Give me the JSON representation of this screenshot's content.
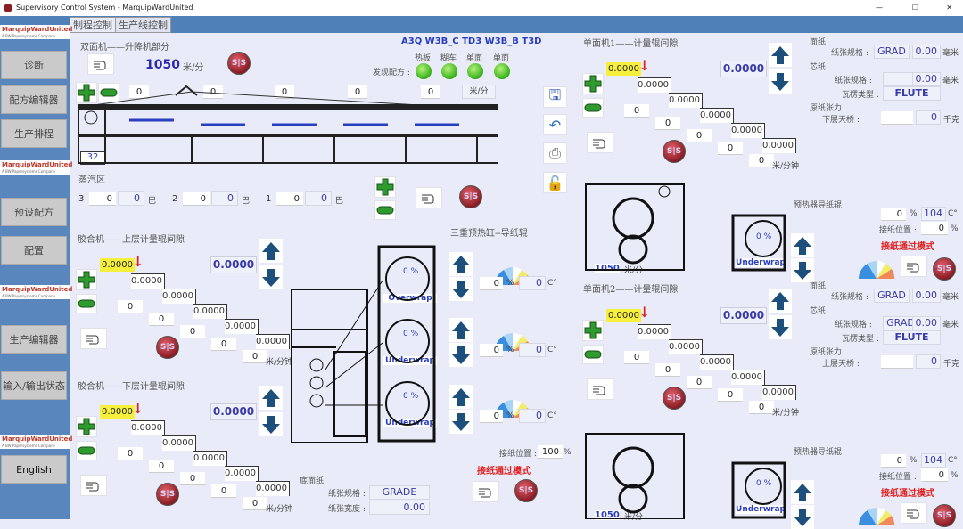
{
  "window": {
    "title": "Supervisory Control System - MarquipWardUnited",
    "controls": [
      "—",
      "☐",
      "✕"
    ]
  },
  "tabs": [
    "制程控制",
    "生产线控制"
  ],
  "sidebar": {
    "logo": "MarquipWardUnited",
    "logo_sub": "A BW Papersystems Company",
    "items": [
      "诊断",
      "配方编辑器",
      "生产排程",
      "预设配方",
      "配置",
      "生产编辑器",
      "输入/输出状态",
      "English"
    ]
  },
  "double_facer": {
    "title": "双面机——升降机部分",
    "speed": "1050",
    "speed_unit": "米/分",
    "recipe": "A3Q W3B_C TD3 W3B_B T3D",
    "indicator_labels": [
      "热板",
      "糊车",
      "单面",
      "单面"
    ],
    "found_recipe": "发现配方 :",
    "speeds": [
      "0",
      "0",
      "0",
      "0",
      "0"
    ],
    "speeds_unit": "米/分",
    "counter": "32"
  },
  "steam": {
    "title": "蒸汽区",
    "zones": [
      {
        "n": "3",
        "set": "0",
        "act": "0",
        "unit": "巴"
      },
      {
        "n": "2",
        "set": "0",
        "act": "0",
        "unit": "巴"
      },
      {
        "n": "1",
        "set": "0",
        "act": "0",
        "unit": "巴"
      }
    ]
  },
  "gap_panels": [
    {
      "title": "胶合机——上层计量辊间隙",
      "set": "0.0000",
      "display": "0.0000",
      "steps": [
        "0.0000",
        "0.0000",
        "0.0000",
        "0.0000",
        "0.0000"
      ],
      "zeros": [
        "0",
        "0",
        "0",
        "0",
        "0"
      ],
      "unit": "米/分钟"
    },
    {
      "title": "胶合机——下层计量辊间隙",
      "set": "0.0000",
      "display": "0.0000",
      "steps": [
        "0.0000",
        "0.0000",
        "0.0000",
        "0.0000",
        "0.0000"
      ],
      "zeros": [
        "0",
        "0",
        "0",
        "0",
        "0"
      ],
      "unit": "米/分钟"
    },
    {
      "title": "单面机1——计量辊间隙",
      "set": "0.0000",
      "display": "0.0000",
      "steps": [
        "0.0000",
        "0.0000",
        "0.0000",
        "0.0000",
        "0.0000"
      ],
      "zeros": [
        "0",
        "0",
        "0",
        "0",
        "0"
      ],
      "unit": "米/分钟"
    },
    {
      "title": "单面机2——计量辊间隙",
      "set": "0.0000",
      "display": "0.0000",
      "steps": [
        "0.0000",
        "0.0000",
        "0.0000",
        "0.0000",
        "0.0000"
      ],
      "zeros": [
        "0",
        "0",
        "0",
        "0",
        "0"
      ],
      "unit": "米/分钟"
    }
  ],
  "triple_preheater": {
    "title": "三重预热缸--导纸辊",
    "rolls": [
      {
        "label": "Overwrap",
        "pct": "0 %",
        "wrap": "0",
        "temp": "0"
      },
      {
        "label": "Underwrap",
        "pct": "0 %",
        "wrap": "0",
        "temp": "0"
      },
      {
        "label": "Underwrap",
        "pct": "0 %",
        "wrap": "0",
        "temp": "0"
      }
    ],
    "pct_unit": "%",
    "temp_unit": "C°",
    "splice_label": "接纸位置 :",
    "splice_value": "100",
    "splice_unit": "%",
    "splice_mode": "接纸通过模式"
  },
  "bottom_paper": {
    "title": "底面纸",
    "grade_label": "纸张规格 :",
    "grade": "GRADE",
    "width_label": "纸张宽度 :",
    "width": "0.00"
  },
  "single_facers": [
    {
      "speed": "1050",
      "speed_unit": "米/分",
      "roll_pct": "0 %",
      "roll_label": "Underwrap",
      "preheater_title": "预热器导纸辊",
      "wrap": "0",
      "temp": "104",
      "splice_label": "接纸位置 :",
      "splice": "0",
      "splice_mode": "接纸通过模式",
      "liner": {
        "title": "面纸",
        "grade_label": "纸张规格 :",
        "grade": "GRAD",
        "thick": "0.00",
        "unit": "毫米"
      },
      "medium": {
        "title": "芯纸",
        "grade_label": "纸张规格 :",
        "grade": "",
        "thick": "0.00",
        "unit": "毫米",
        "flute_label": "瓦楞类型 :",
        "flute": "FLUTE"
      },
      "tension": {
        "title": "原纸张力",
        "bridge_label": "下层天桥 :",
        "set": "",
        "value": "0",
        "unit": "千克"
      }
    },
    {
      "speed": "1050",
      "speed_unit": "米/分",
      "roll_pct": "0 %",
      "roll_label": "Underwrap",
      "preheater_title": "预热器导纸辊",
      "wrap": "0",
      "temp": "104",
      "splice_label": "接纸位置 :",
      "splice": "0",
      "splice_mode": "接纸通过模式",
      "liner": {
        "title": "面纸",
        "grade_label": "纸张规格 :",
        "grade": "GRAD",
        "thick": "0.00",
        "unit": "毫米"
      },
      "medium": {
        "title": "芯纸",
        "grade_label": "纸张规格 :",
        "grade": "GRAD",
        "thick": "0.00",
        "unit": "毫米",
        "flute_label": "瓦楞类型 :",
        "flute": "FLUTE"
      },
      "tension": {
        "title": "原纸张力",
        "bridge_label": "上层天桥 :",
        "set": "",
        "value": "0",
        "unit": "千克"
      }
    }
  ],
  "units": {
    "pct": "%",
    "temp": "C°"
  },
  "colors": {
    "accent": "#4f80b8",
    "set_value": "#f6f03c",
    "alarm": "#e02020",
    "value_text": "#3a3aa8"
  }
}
